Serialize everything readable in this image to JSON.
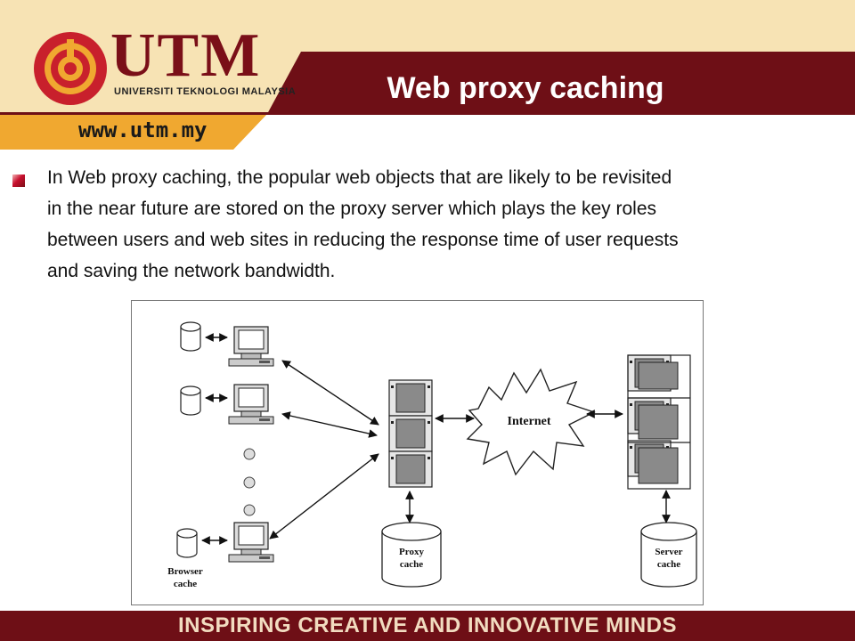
{
  "header": {
    "brand": "UTM",
    "brand_sub": "UNIVERSITI TEKNOLOGI MALAYSIA",
    "url": "www.utm.my",
    "title": "Web proxy caching"
  },
  "bullet": {
    "line1": "In Web proxy caching, the popular web objects that are likely to be revisited",
    "line2": "in the near future are stored on the proxy server which plays the key roles",
    "line3": "between users and web sites in reducing the response time of user requests",
    "line4": "and saving the network bandwidth."
  },
  "figure": {
    "internet_label": "Internet",
    "proxy_cache_label_1": "Proxy",
    "proxy_cache_label_2": "cache",
    "server_cache_label_1": "Server",
    "server_cache_label_2": "cache",
    "browser_cache_label_1": "Browser",
    "browser_cache_label_2": "cache"
  },
  "footer": {
    "tagline": "INSPIRING CREATIVE AND INNOVATIVE MINDS"
  },
  "colors": {
    "maroon": "#6e0f16",
    "cream": "#f7e3b4",
    "url_band": "#f0a830"
  }
}
